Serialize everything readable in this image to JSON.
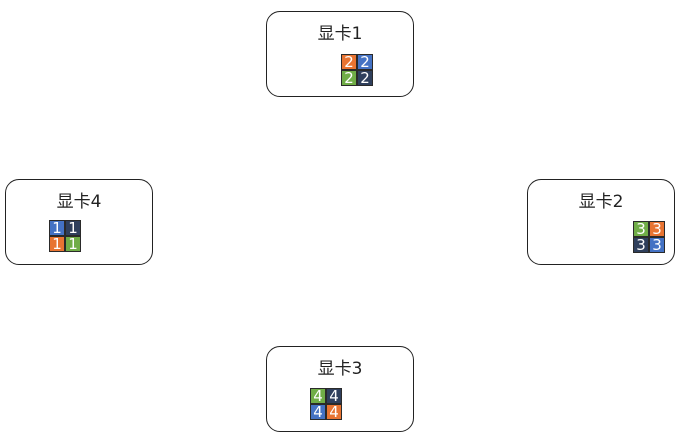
{
  "colors": {
    "orange": "#e87432",
    "blue": "#4472c4",
    "green": "#70ad47",
    "navy": "#2f3f5c"
  },
  "cards": [
    {
      "title": "显卡1",
      "cells": [
        {
          "label": "2",
          "color": "orange"
        },
        {
          "label": "2",
          "color": "blue"
        },
        {
          "label": "2",
          "color": "green"
        },
        {
          "label": "2",
          "color": "navy"
        }
      ]
    },
    {
      "title": "显卡2",
      "cells": [
        {
          "label": "3",
          "color": "green"
        },
        {
          "label": "3",
          "color": "orange"
        },
        {
          "label": "3",
          "color": "navy"
        },
        {
          "label": "3",
          "color": "blue"
        }
      ]
    },
    {
      "title": "显卡3",
      "cells": [
        {
          "label": "4",
          "color": "green"
        },
        {
          "label": "4",
          "color": "navy"
        },
        {
          "label": "4",
          "color": "blue"
        },
        {
          "label": "4",
          "color": "orange"
        }
      ]
    },
    {
      "title": "显卡4",
      "cells": [
        {
          "label": "1",
          "color": "blue"
        },
        {
          "label": "1",
          "color": "navy"
        },
        {
          "label": "1",
          "color": "orange"
        },
        {
          "label": "1",
          "color": "green"
        }
      ]
    }
  ]
}
